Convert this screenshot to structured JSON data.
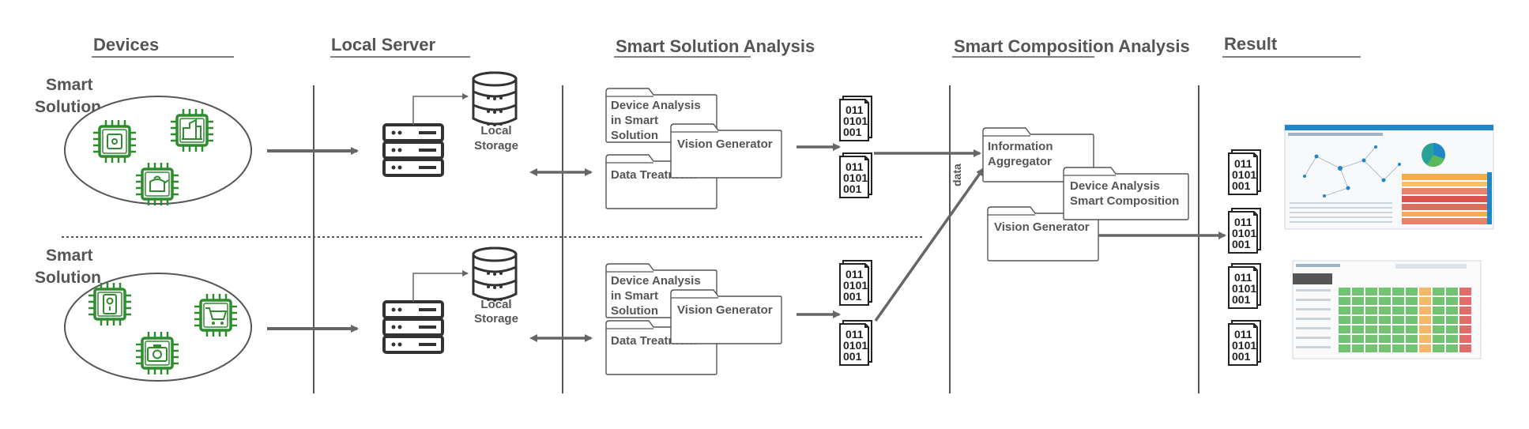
{
  "headers": {
    "devices": "Devices",
    "local_server": "Local Server",
    "solution_analysis": "Smart Solution Analysis",
    "composition_analysis": "Smart Composition Analysis",
    "result": "Result"
  },
  "groups": [
    {
      "title_line1": "Smart",
      "title_line2": "Solution",
      "device_icons": [
        "media-chip-icon",
        "city-chip-icon",
        "kettle-chip-icon"
      ],
      "storage_line1": "Local",
      "storage_line2": "Storage",
      "folders": {
        "device_analysis": [
          "Device Analysis",
          "in Smart",
          "Solution"
        ],
        "vision_generator": "Vision Generator",
        "data_treatment": "Data Treatment"
      }
    },
    {
      "title_line1": "Smart",
      "title_line2": "Solution",
      "device_icons": [
        "doorbell-chip-icon",
        "cart-chip-icon",
        "camera-chip-icon"
      ],
      "storage_line1": "Local",
      "storage_line2": "Storage",
      "folders": {
        "device_analysis": [
          "Device Analysis",
          "in Smart",
          "Solution"
        ],
        "vision_generator": "Vision Generator",
        "data_treatment": "Data Treatment"
      }
    }
  ],
  "data_label": "data",
  "composition": {
    "aggregator": [
      "Information",
      "Aggregator"
    ],
    "device_analysis": [
      "Device Analysis",
      "Smart Composition"
    ],
    "vision_generator": "Vision Generator"
  },
  "binary_doc": [
    "011",
    "0101",
    "001"
  ],
  "colors": {
    "text": "#555555",
    "device_green": "#2e8b2e",
    "arrow": "#666666",
    "dashboard_blue": "#1f86c8",
    "heat_red": "#d9534f",
    "heat_yellow": "#f0ad4e",
    "heat_green": "#5cb85c"
  }
}
